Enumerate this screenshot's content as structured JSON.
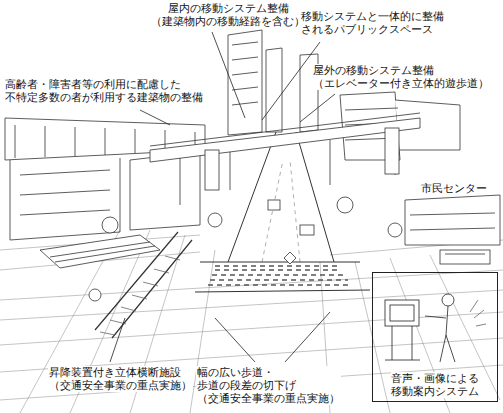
{
  "diagram": {
    "nodes": [
      {
        "text": [
          "音声・画像による 移動案内システム"
        ]
      }
    ],
    "labels": [
      "屋内の移動システム整備 （建築物内の移動経路を含む）",
      "移動システムと一体的に整備 されるパブリックスペース",
      "高齢者・障害者等の利用に配慮した 不特定多数の者が利用する建築物の整備",
      "屋外の移動システム整備 （エレベーター付き立体的遊歩道）",
      "市民センター",
      "昇降装置付き立体横断施設 （交通安全事業の重点実施）",
      "幅の広い歩道・歩道の段差の切下げ （交通安全事業の重点実施）"
    ]
  }
}
